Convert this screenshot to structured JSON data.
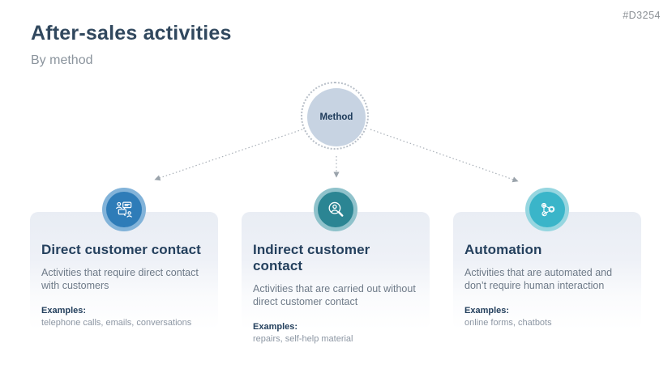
{
  "page": {
    "tag": "#D3254",
    "title": "After-sales activities",
    "subtitle": "By method"
  },
  "diagram": {
    "root_label": "Method"
  },
  "cards": [
    {
      "icon": "conversation-icon",
      "title": "Direct customer contact",
      "description": "Activities that require direct contact with customers",
      "examples_label": "Examples:",
      "examples": "telephone calls, emails, conversations"
    },
    {
      "icon": "magnifier-person-icon",
      "title": "Indirect customer contact",
      "description": "Activities that are carried out without direct customer contact",
      "examples_label": "Examples:",
      "examples": "repairs, self-help material"
    },
    {
      "icon": "network-icon",
      "title": "Automation",
      "description": "Activities that are automated and don’t require human interaction",
      "examples_label": "Examples:",
      "examples": "online forms, chatbots"
    }
  ],
  "colors": {
    "title_color": "#31485e",
    "subtitle_color": "#8b949d",
    "tag_color": "#8a8f94",
    "node_fill": "#c7d3e2",
    "node_text": "#1d3a5a",
    "dot_color": "#b8bfc8",
    "arrow_color": "#a8afb7",
    "card_title_color": "#24405d",
    "body_text_color": "#6e7a88",
    "examples_text_color": "#8c96a3",
    "accent_blue": "#2e7cb8",
    "ring_blue": "#82b3d9",
    "accent_teal": "#2b8593",
    "ring_teal": "#8fc2cb",
    "accent_cyan": "#3ab5c9",
    "ring_cyan": "#96d6e0"
  }
}
